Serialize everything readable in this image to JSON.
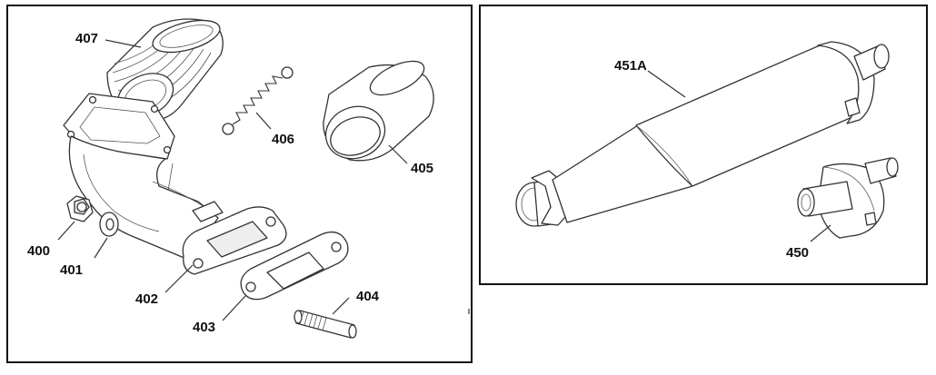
{
  "diagram": {
    "left_panel": {
      "labels": {
        "p400": "400",
        "p401": "401",
        "p402": "402",
        "p403": "403",
        "p404": "404",
        "p405": "405",
        "p406": "406",
        "p407": "407"
      }
    },
    "right_panel": {
      "labels": {
        "p451a": "451A",
        "p450": "450"
      }
    },
    "colors": {
      "line": "#333333",
      "frame": "#111111",
      "mesh": "#777777"
    }
  }
}
